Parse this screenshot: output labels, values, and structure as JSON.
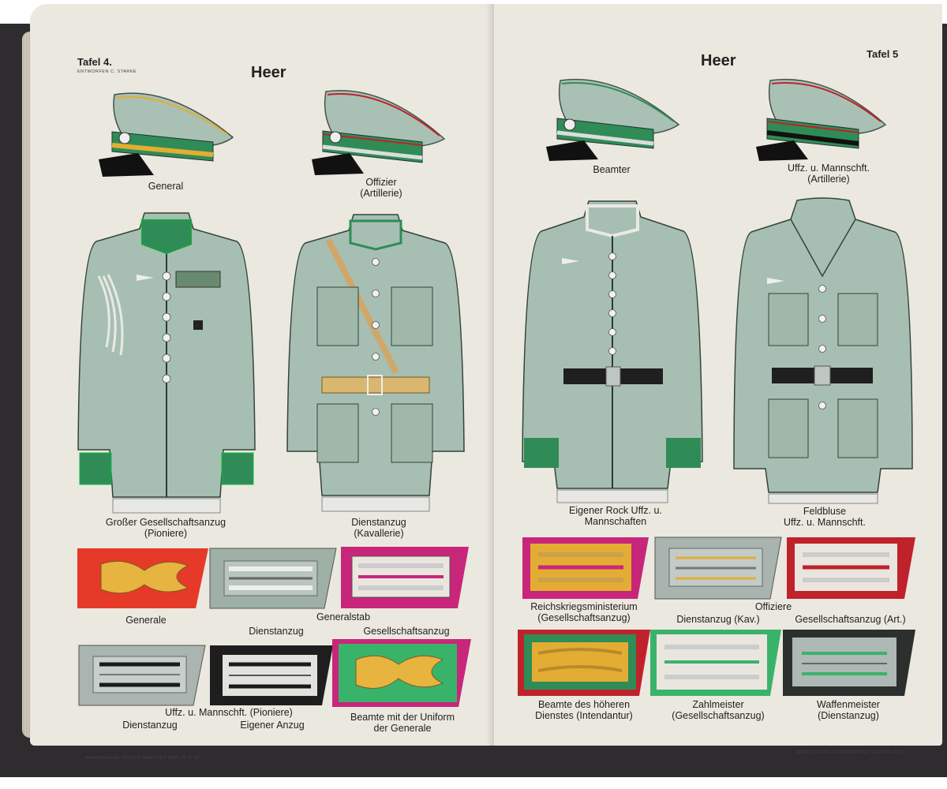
{
  "colors": {
    "fieldgrey": "#a7bfb2",
    "collar_green": "#2f8c56",
    "pioneer_black": "#1a1a1a",
    "artillery_red": "#c0222b",
    "cavalry_yellow": "#e3ad33",
    "general_red": "#e53a28",
    "staff_crimson": "#c8267a"
  },
  "left_page": {
    "plate": "Tafel 4.",
    "designer": "ENTWORFEN C. STARKE",
    "title": "Heer",
    "caps": [
      {
        "label": "General"
      },
      {
        "label": "Offizier",
        "sub": "(Artillerie)"
      }
    ],
    "uniforms": [
      {
        "label": "Großer Gesellschaftsanzug",
        "sub": "(Pioniere)"
      },
      {
        "label": "Dienstanzug",
        "sub": "(Kavallerie)"
      }
    ],
    "patches": {
      "generale": "Generale",
      "generalstab": "Generalstab",
      "dienstanzug": "Dienstanzug",
      "gesellschaftsanzug": "Gesellschaftsanzug",
      "uffz": "Uffz. u. Mannschft. (Pioniere)",
      "uffz_dienst": "Dienstanzug",
      "uffz_eigen": "Eigener Anzug",
      "beamte1": "Beamte mit der Uniform",
      "beamte2": "der Generale"
    },
    "publisher": "WEHRVERLAG JOSEPH BERCKER BERLIN W 30"
  },
  "right_page": {
    "plate": "Tafel 5",
    "title": "Heer",
    "caps": [
      {
        "label": "Beamter"
      },
      {
        "label": "Uffz. u. Mannschft.",
        "sub": "(Artillerie)"
      }
    ],
    "uniforms": [
      {
        "label": "Eigener Rock Uffz. u.",
        "sub": "Mannschaften"
      },
      {
        "label": "Feldbluse",
        "sub": "Uffz. u. Mannschft."
      }
    ],
    "patches": {
      "rkm1": "Reichskriegsministerium",
      "rkm2": "(Gesellschaftsanzug)",
      "offiziere": "Offiziere",
      "dienst_kav": "Dienstanzug  (Kav.)",
      "gesell_art": "Gesellschaftsanzug  (Art.)",
      "beamte_h1": "Beamte des höheren",
      "beamte_h2": "Dienstes (Intendantur)",
      "zahl1": "Zahlmeister",
      "zahl2": "(Gesellschaftsanzug)",
      "waffen1": "Waffenmeister",
      "waffen2": "(Dienstanzug)"
    },
    "printer": "MORITZ RUHL KUNSTANSTALT LEIPZIG O 27"
  }
}
